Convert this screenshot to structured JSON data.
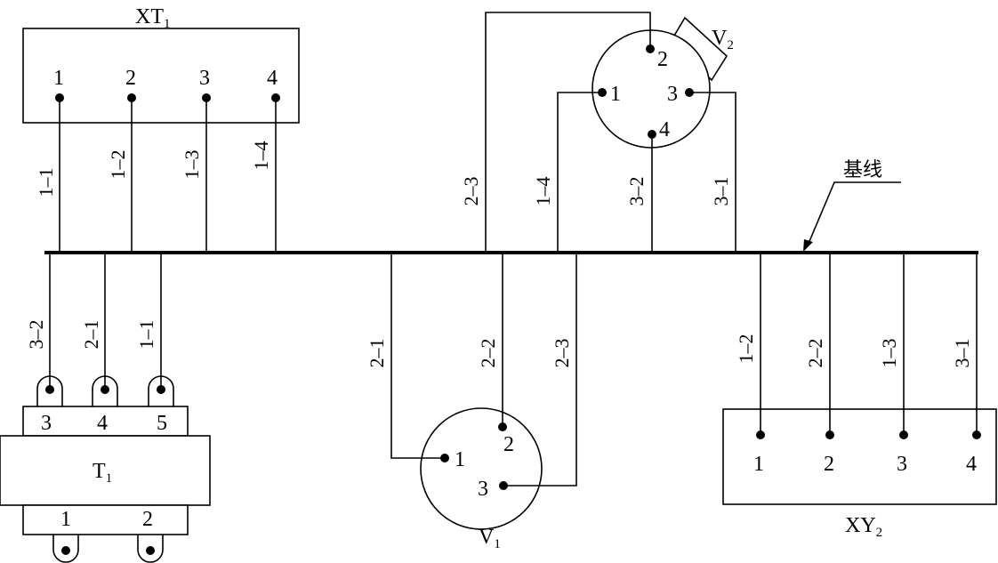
{
  "components": {
    "xt1": {
      "name": "XT",
      "sub": "1",
      "terminals": [
        "1",
        "2",
        "3",
        "4"
      ]
    },
    "v2": {
      "name": "V",
      "sub": "2",
      "pins": [
        "1",
        "2",
        "3",
        "4"
      ]
    },
    "t1": {
      "name": "T",
      "sub": "1",
      "top_terminals": [
        "3",
        "4",
        "5"
      ],
      "bottom_terminals": [
        "1",
        "2"
      ]
    },
    "v1": {
      "name": "V",
      "sub": "1",
      "pins": [
        "1",
        "2",
        "3"
      ]
    },
    "xy2": {
      "name": "XY",
      "sub": "2",
      "terminals": [
        "1",
        "2",
        "3",
        "4"
      ]
    }
  },
  "baseline_label": "基线",
  "wire_labels": {
    "xt1": [
      "1–1",
      "1–2",
      "1–3",
      "1–4"
    ],
    "v2": [
      "2–3",
      "1–4",
      "3–2",
      "3–1"
    ],
    "t1": [
      "3–2",
      "2–1",
      "1–1"
    ],
    "v1": [
      "2–1",
      "2–2",
      "2–3"
    ],
    "xy2": [
      "1–2",
      "2–2",
      "1–3",
      "3–1"
    ]
  }
}
